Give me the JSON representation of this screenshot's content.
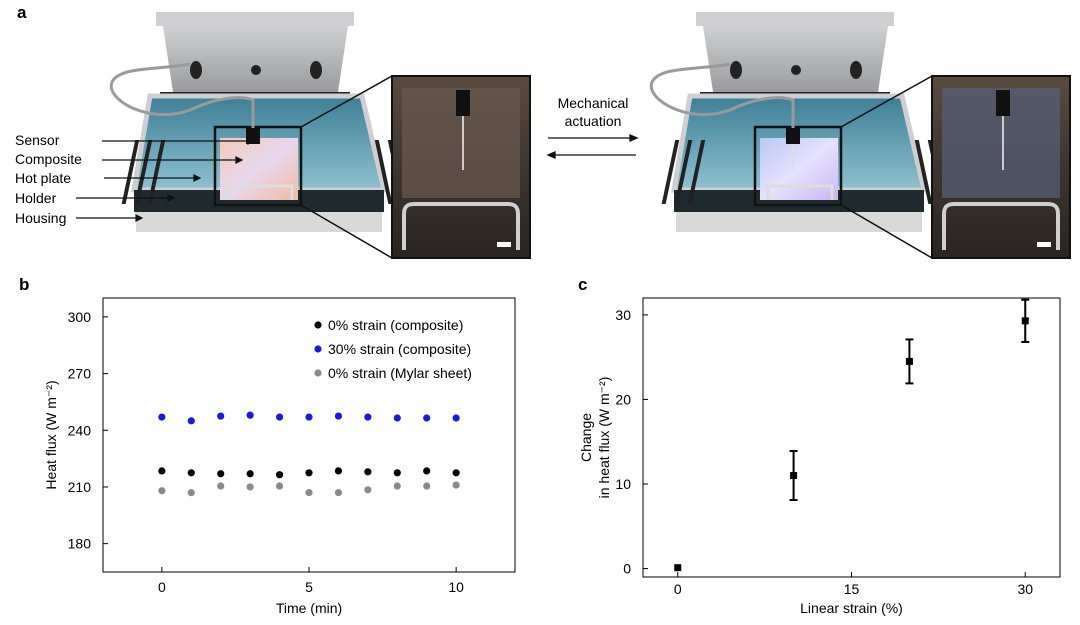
{
  "panel_letters": {
    "a": "a",
    "b": "b",
    "c": "c"
  },
  "panel_a": {
    "labels": [
      "Sensor",
      "Composite",
      "Hot plate",
      "Holder",
      "Housing"
    ],
    "actuation_line1": "Mechanical",
    "actuation_line2": "actuation"
  },
  "chart_data": [
    {
      "type": "scatter",
      "panel": "b",
      "xlabel": "Time (min)",
      "ylabel": "Heat flux (W m⁻²)",
      "xlim": [
        -2,
        12
      ],
      "ylim": [
        165,
        310
      ],
      "x_ticks": [
        0,
        5,
        10
      ],
      "y_ticks": [
        180,
        210,
        240,
        270,
        300
      ],
      "legend": "top-right",
      "series": [
        {
          "name": "0% strain (composite)",
          "color": "#000000",
          "x": [
            0,
            1,
            2,
            3,
            4,
            5,
            6,
            7,
            8,
            9,
            10
          ],
          "y": [
            218.5,
            217.5,
            217,
            217,
            216.5,
            217.5,
            218.5,
            218,
            217.5,
            218.5,
            217.5
          ]
        },
        {
          "name": "30% strain (composite)",
          "color": "#1a1adb",
          "x": [
            0,
            1,
            2,
            3,
            4,
            5,
            6,
            7,
            8,
            9,
            10
          ],
          "y": [
            247,
            245,
            247.5,
            248,
            247,
            247,
            247.5,
            247,
            246.5,
            246.5,
            246.5
          ]
        },
        {
          "name": "0% strain (Mylar sheet)",
          "color": "#8a8a8a",
          "x": [
            0,
            1,
            2,
            3,
            4,
            5,
            6,
            7,
            8,
            9,
            10
          ],
          "y": [
            208,
            207,
            210.5,
            210,
            210.5,
            207,
            207,
            208.5,
            210.5,
            210.5,
            211
          ]
        }
      ]
    },
    {
      "type": "scatter",
      "panel": "c",
      "xlabel": "Linear strain (%)",
      "ylabel_line1": "Change",
      "ylabel_line2": "in heat flux (W m⁻²)",
      "xlim": [
        -3,
        33
      ],
      "ylim": [
        -1,
        32
      ],
      "x_ticks": [
        0,
        15,
        30
      ],
      "y_ticks": [
        0,
        10,
        20,
        30
      ],
      "series": [
        {
          "x": [
            0,
            10,
            20,
            30
          ],
          "y": [
            0.1,
            11,
            24.5,
            29.3
          ],
          "err": [
            0,
            2.9,
            2.6,
            2.5
          ]
        }
      ]
    }
  ]
}
